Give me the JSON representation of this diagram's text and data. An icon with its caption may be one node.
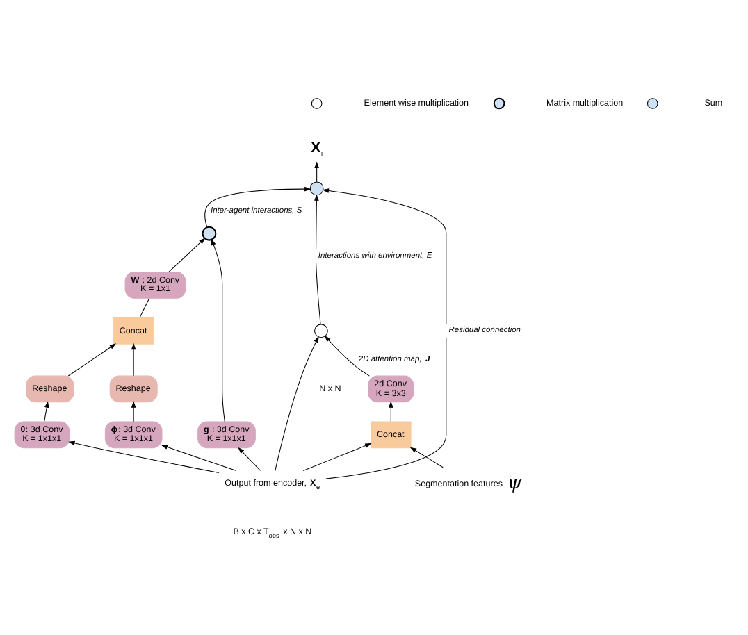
{
  "diagram": {
    "nodes": [
      {
        "text": [
          "**X**$_{i}$"
        ]
      },
      {
        "text": [],
        "shape": "circle"
      },
      {
        "text": [],
        "shape": "circle"
      },
      {
        "text": [],
        "shape": "circle"
      },
      {
        "text": [
          "**W** : 2d Conv K = 1x1"
        ]
      },
      {
        "text": [
          "Concat"
        ]
      },
      {
        "text": [
          "Reshape"
        ]
      },
      {
        "text": [
          "Reshape"
        ]
      },
      {
        "text": [
          "**θ**: 3d Conv K = 1x1x1"
        ]
      },
      {
        "text": [
          "**ϕ**: 3d Conv K = 1x1x1"
        ]
      },
      {
        "text": [
          "**g** : 3d Conv K = 1x1x1"
        ]
      },
      {
        "text": [
          "2d Conv K = 3x3"
        ]
      },
      {
        "text": [
          "Concat"
        ]
      },
      {
        "text": [
          "Output from encoder, **X**$_{e}$"
        ]
      },
      {
        "text": [
          "ψ"
        ],
        "beside": [
          "Segmentation features"
        ]
      }
    ],
    "edges": [
      {
        "from": 1,
        "to": 0,
        "arrow": "to"
      },
      {
        "from": 2,
        "to": 1,
        "arrow": "to",
        "label": "Inter-agent interactions, S"
      },
      {
        "from": 3,
        "to": 1,
        "arrow": "to",
        "label": "Interactions with environment, E"
      },
      {
        "from": 13,
        "to": 1,
        "arrow": "to",
        "label": "Residual connection"
      },
      {
        "from": 11,
        "to": 3,
        "arrow": "to",
        "label": "2D attention map, **J**"
      },
      {
        "from": 4,
        "to": 2,
        "arrow": "to"
      },
      {
        "from": 10,
        "to": 2,
        "arrow": "to"
      },
      {
        "from": 5,
        "to": 4,
        "arrow": "none"
      },
      {
        "from": 6,
        "to": 5,
        "arrow": "to"
      },
      {
        "from": 7,
        "to": 5,
        "arrow": "to"
      },
      {
        "from": 8,
        "to": 6,
        "arrow": "to"
      },
      {
        "from": 9,
        "to": 7,
        "arrow": "to"
      },
      {
        "from": 13,
        "to": 8,
        "arrow": "to"
      },
      {
        "from": 13,
        "to": 9,
        "arrow": "to"
      },
      {
        "from": 13,
        "to": 10,
        "arrow": "to"
      },
      {
        "from": 13,
        "to": 3,
        "arrow": "to"
      },
      {
        "from": 13,
        "to": 12,
        "arrow": "to"
      },
      {
        "from": 12,
        "to": 11,
        "arrow": "to"
      },
      {
        "from": 14,
        "to": 12,
        "arrow": "to"
      }
    ],
    "labels": [
      "N x N",
      "B x C x T$_{obs}$ x N x N"
    ],
    "legend": [
      {
        "text": "Element wise multiplication"
      },
      {
        "text": "Matrix multiplication"
      },
      {
        "text": "Sum"
      }
    ]
  }
}
